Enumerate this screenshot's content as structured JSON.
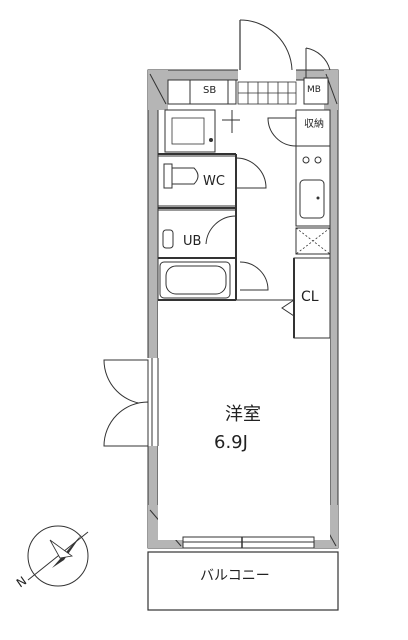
{
  "labels": {
    "sb": "SB",
    "mb": "MB",
    "storage": "収納",
    "wc": "WC",
    "ub": "UB",
    "cl": "CL",
    "room_name": "洋室",
    "room_size": "6.9J",
    "balcony": "バルコニー"
  },
  "compass": {
    "north": "N"
  }
}
